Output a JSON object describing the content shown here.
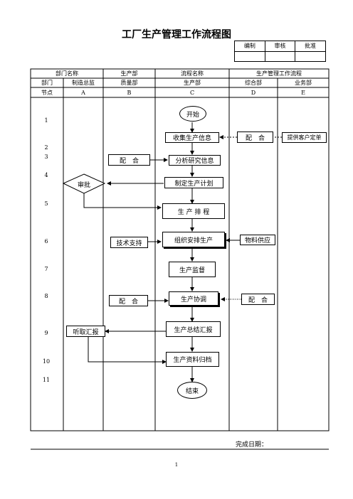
{
  "title": "工厂生产管理工作流程图",
  "signoff": {
    "labels": [
      "编制",
      "审核",
      "批准"
    ]
  },
  "header": {
    "row1": {
      "dept_name": "部门名称",
      "b": "生产部",
      "c": "流程名称",
      "de": "生产管理工作流程"
    },
    "row2": {
      "label": "部门",
      "a": "制造总监",
      "b": "质量部",
      "c": "生产部",
      "d": "综合部",
      "e": "业务部"
    },
    "row3": {
      "label": "节点",
      "a": "A",
      "b": "B",
      "c": "C",
      "d": "D",
      "e": "E"
    }
  },
  "nodes": [
    "1",
    "2",
    "3",
    "4",
    "5",
    "6",
    "7",
    "8",
    "9",
    "10",
    "11"
  ],
  "flow": {
    "start": "开始",
    "collect": "收集生产信息",
    "analyze": "分析研究信息",
    "plan": "制定生产计划",
    "schedule": "生 产 排 程",
    "organize": "组织安排生产",
    "monitor": "生产监督",
    "coordinate": "生产协调",
    "summary": "生产总结汇报",
    "archive": "生产资料归档",
    "end": "结束"
  },
  "side": {
    "d_cooperate1": "配　合",
    "e_orders": "提供客户定单",
    "b_cooperate1": "配　合",
    "a_approve": "审批",
    "b_tech": "技术支持",
    "d_material": "物料供应",
    "b_cooperate2": "配　合",
    "d_cooperate2": "配　合",
    "a_listen": "听取汇报"
  },
  "footer": {
    "completion": "完成日期：",
    "page": "1"
  }
}
